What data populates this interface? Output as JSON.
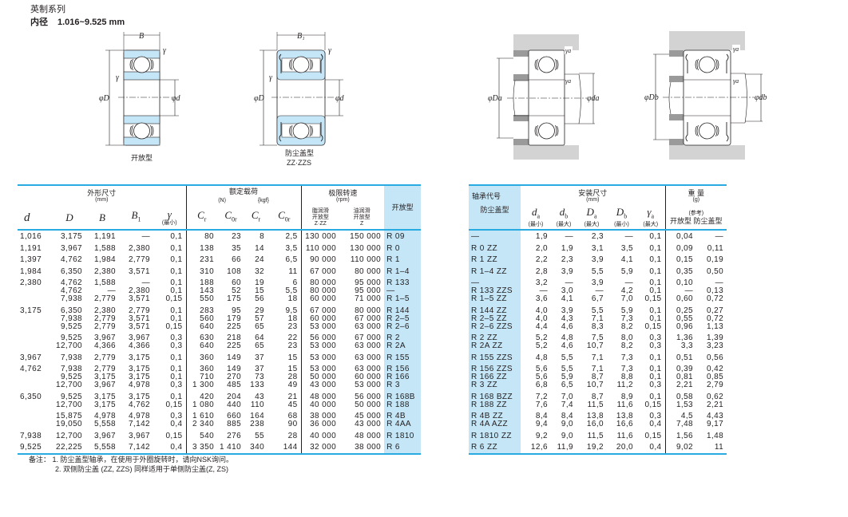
{
  "header": {
    "series": "英制系列",
    "bore_label": "内径",
    "bore_range": "1.016~9.525 mm"
  },
  "diagrams": {
    "open": {
      "B": "B",
      "r1": "γ",
      "r2": "γ",
      "D": "φD",
      "d": "φd",
      "caption": "开放型"
    },
    "shield": {
      "B1": "B₁",
      "r1": "γ",
      "r2": "γ",
      "D": "φD",
      "d": "φd",
      "caption": "防尘盖型",
      "caption2": "ZZ·ZZS"
    },
    "mount_open": {
      "ra1": "γa",
      "ra2": "γa",
      "Da": "φDa",
      "da": "φda"
    },
    "mount_shield": {
      "ra1": "γa",
      "ra2": "γa",
      "Db": "φDb",
      "db": "φdb"
    }
  },
  "left_table": {
    "groups": {
      "dims": "外形尺寸",
      "dims_unit": "(mm)",
      "load": "额定载荷",
      "load_unit_n": "(N)",
      "load_unit_kgf": "{kgf}",
      "speed": "极限转速",
      "speed_unit": "(rpm)",
      "open_type": "开放型"
    },
    "cols": {
      "d": "d",
      "D": "D",
      "B": "B",
      "B1": {
        "sym": "B",
        "sub": "1"
      },
      "r": "γ",
      "r_note": "(最小)",
      "Cr": {
        "sym": "C",
        "sub": "r"
      },
      "Cor": {
        "sym": "C",
        "sub": "0r"
      },
      "Cr_kgf": {
        "sym": "C",
        "sub": "r"
      },
      "Cor_kgf": {
        "sym": "C",
        "sub": "0r"
      },
      "grease": [
        "脂润滑",
        "开放型",
        "Z·ZZ"
      ],
      "oil": [
        "油润滑",
        "开放型",
        "Z"
      ]
    },
    "rows": [
      [
        "1,016",
        "3,175",
        "1,191",
        "—",
        "0,1",
        "80",
        "23",
        "8",
        "2,5",
        "130 000",
        "150 000",
        "R 09"
      ],
      [
        "1,191",
        "3,967",
        "1,588",
        "2,380",
        "0,1",
        "138",
        "35",
        "14",
        "3,5",
        "110 000",
        "130 000",
        "R 0"
      ],
      [
        "1,397",
        "4,762",
        "1,984",
        "2,779",
        "0,1",
        "231",
        "66",
        "24",
        "6,5",
        "90 000",
        "110 000",
        "R 1"
      ],
      [
        "1,984",
        "6,350",
        "2,380",
        "3,571",
        "0,1",
        "310",
        "108",
        "32",
        "11",
        "67 000",
        "80 000",
        "R 1–4"
      ],
      [
        "2,380",
        "4,762\n4,762\n7,938",
        "1,588\n—\n2,779",
        "—\n2,380\n3,571",
        "0,1\n0,1\n0,15",
        "188\n143\n550",
        "60\n52\n175",
        "19\n15\n56",
        "6\n5,5\n18",
        "80 000\n80 000\n60 000",
        "95 000\n95 000\n71 000",
        "R 133\n—\nR 1–5"
      ],
      [
        "3,175",
        "6,350\n7,938\n9,525",
        "2,380\n2,779\n2,779",
        "2,779\n3,571\n3,571",
        "0,1\n0,1\n0,15",
        "283\n560\n640",
        "95\n179\n225",
        "29\n57\n65",
        "9,5\n18\n23",
        "67 000\n60 000\n53 000",
        "80 000\n67 000\n63 000",
        "R 144\nR 2–5\nR 2–6"
      ],
      [
        "",
        "9,525\n12,700",
        "3,967\n4,366",
        "3,967\n4,366",
        "0,3\n0,3",
        "630\n640",
        "218\n225",
        "64\n65",
        "22\n23",
        "56 000\n53 000",
        "67 000\n63 000",
        "R 2\nR 2A"
      ],
      [
        "3,967",
        "7,938",
        "2,779",
        "3,175",
        "0,1",
        "360",
        "149",
        "37",
        "15",
        "53 000",
        "63 000",
        "R 155"
      ],
      [
        "4,762",
        "7,938\n9,525\n12,700",
        "2,779\n3,175\n3,967",
        "3,175\n3,175\n4,978",
        "0,1\n0,1\n0,3",
        "360\n710\n1 300",
        "149\n270\n485",
        "37\n73\n133",
        "15\n28\n49",
        "53 000\n50 000\n43 000",
        "63 000\n60 000\n53 000",
        "R 156\nR 166\nR 3"
      ],
      [
        "6,350",
        "9,525\n12,700",
        "3,175\n3,175",
        "3,175\n4,762",
        "0,1\n0,15",
        "420\n1 080",
        "204\n440",
        "43\n110",
        "21\n45",
        "48 000\n40 000",
        "56 000\n50 000",
        "R 168B\nR 188"
      ],
      [
        "",
        "15,875\n19,050",
        "4,978\n5,558",
        "4,978\n7,142",
        "0,3\n0,4",
        "1 610\n2 340",
        "660\n885",
        "164\n238",
        "68\n90",
        "38 000\n36 000",
        "45 000\n43 000",
        "R 4B\nR 4AA"
      ],
      [
        "7,938",
        "12,700",
        "3,967",
        "3,967",
        "0,15",
        "540",
        "276",
        "55",
        "28",
        "40 000",
        "48 000",
        "R 1810"
      ],
      [
        "9,525",
        "22,225",
        "5,558",
        "7,142",
        "0,4",
        "3 350",
        "1 410",
        "340",
        "144",
        "32 000",
        "38 000",
        "R 6"
      ]
    ]
  },
  "right_table": {
    "groups": {
      "code": "轴承代号",
      "shield_type": "防尘盖型",
      "mount": "安装尺寸",
      "mount_unit": "(mm)",
      "weight": "重 量",
      "weight_unit": "(g)",
      "weight_ref": "(参考)",
      "weight_open": "开放型",
      "weight_shield": "防尘盖型"
    },
    "cols": {
      "da": {
        "sym": "d",
        "sub": "a",
        "note": "(最小)"
      },
      "db": {
        "sym": "d",
        "sub": "b",
        "note": "(最大)"
      },
      "Da": {
        "sym": "D",
        "sub": "a",
        "note": "(最大)"
      },
      "Db": {
        "sym": "D",
        "sub": "b",
        "note": "(最小)"
      },
      "ra": {
        "sym": "γ",
        "sub": "a",
        "note": "(最大)"
      }
    },
    "rows": [
      [
        "—",
        "1,9",
        "—",
        "2,3",
        "—",
        "0,1",
        "0,04",
        "—"
      ],
      [
        "R 0 ZZ",
        "2,0",
        "1,9",
        "3,1",
        "3,5",
        "0,1",
        "0,09",
        "0,11"
      ],
      [
        "R 1 ZZ",
        "2,2",
        "2,3",
        "3,9",
        "4,1",
        "0,1",
        "0,15",
        "0,19"
      ],
      [
        "R 1–4 ZZ",
        "2,8",
        "3,9",
        "5,5",
        "5,9",
        "0,1",
        "0,35",
        "0,50"
      ],
      [
        "—\nR 133 ZZS\nR 1–5 ZZ",
        "3,2\n—\n3,6",
        "—\n3,0\n4,1",
        "3,9\n—\n6,7",
        "—\n4,2\n7,0",
        "0,1\n0,1\n0,15",
        "0,10\n—\n0,60",
        "—\n0,13\n0,72"
      ],
      [
        "R 144 ZZ\nR 2–5 ZZ\nR 2–6 ZZS",
        "4,0\n4,0\n4,4",
        "3,9\n4,3\n4,6",
        "5,5\n7,1\n8,3",
        "5,9\n7,3\n8,2",
        "0,1\n0,1\n0,15",
        "0,25\n0,55\n0,96",
        "0,27\n0,72\n1,13"
      ],
      [
        "R 2 ZZ\nR 2A ZZ",
        "5,2\n5,2",
        "4,8\n4,6",
        "7,5\n10,7",
        "8,0\n8,2",
        "0,3\n0,3",
        "1,36\n3,3",
        "1,39\n3,23"
      ],
      [
        "R 155 ZZS",
        "4,8",
        "5,5",
        "7,1",
        "7,3",
        "0,1",
        "0,51",
        "0,56"
      ],
      [
        "R 156 ZZS\nR 166 ZZ\nR 3 ZZ",
        "5,6\n5,6\n6,8",
        "5,5\n5,9\n6,5",
        "7,1\n8,7\n10,7",
        "7,3\n8,8\n11,2",
        "0,1\n0,1\n0,3",
        "0,39\n0,81\n2,21",
        "0,42\n0,85\n2,79"
      ],
      [
        "R 168 BZZ\nR 188 ZZ",
        "7,2\n7,6",
        "7,0\n7,4",
        "8,7\n11,5",
        "8,9\n11,6",
        "0,1\n0,15",
        "0,58\n1,53",
        "0,62\n2,21"
      ],
      [
        "R 4B ZZ\nR 4A AZZ",
        "8,4\n9,4",
        "8,4\n9,0",
        "13,8\n16,0",
        "13,8\n16,6",
        "0,3\n0,4",
        "4,5\n7,48",
        "4,43\n9,17"
      ],
      [
        "R 1810 ZZ",
        "9,2",
        "9,0",
        "11,5",
        "11,6",
        "0,15",
        "1,56",
        "1,48"
      ],
      [
        "R 6 ZZ",
        "12,6",
        "11,9",
        "19,2",
        "20,0",
        "0,4",
        "9,02",
        "11"
      ]
    ]
  },
  "notes": {
    "label": "备注：",
    "items": [
      "1.  防尘盖型轴承，在使用于外圈旋转时，请向NSK询问。",
      "2.  双侧防尘盖 (ZZ, ZZS) 同样适用于单侧防尘盖(Z, ZS)"
    ]
  },
  "colors": {
    "accent_blue": "#29abe2",
    "column_blue": "#c5e6f7",
    "housing_gray": "#d0d0d0"
  }
}
